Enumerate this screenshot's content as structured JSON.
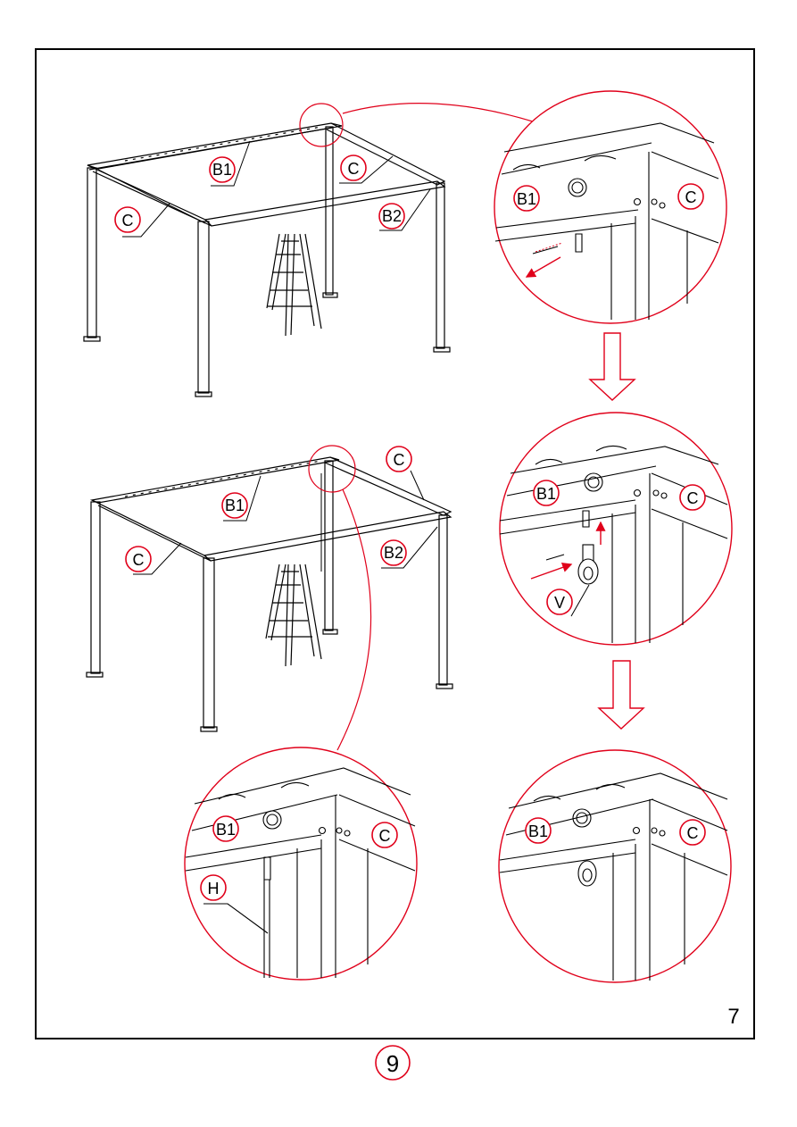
{
  "page": {
    "step_number": "7",
    "page_number": "9",
    "accent_color": "#e0001a"
  },
  "scene_top": {
    "labels": [
      "B1",
      "C",
      "C",
      "B2"
    ]
  },
  "scene_bottom": {
    "labels": [
      "C",
      "B1",
      "C",
      "B2"
    ]
  },
  "detail_1": {
    "label_left": "B1",
    "label_right": "C"
  },
  "detail_2": {
    "label_left": "B1",
    "label_right": "C",
    "label_part": "V"
  },
  "detail_3": {
    "label_left": "B1",
    "label_right": "C",
    "label_part": "H"
  },
  "detail_4": {
    "label_left": "B1",
    "label_right": "C"
  },
  "icons": [
    "down-arrow-icon",
    "down-arrow-icon",
    "ladder-icon",
    "screw-icon",
    "eye-bolt-icon"
  ]
}
